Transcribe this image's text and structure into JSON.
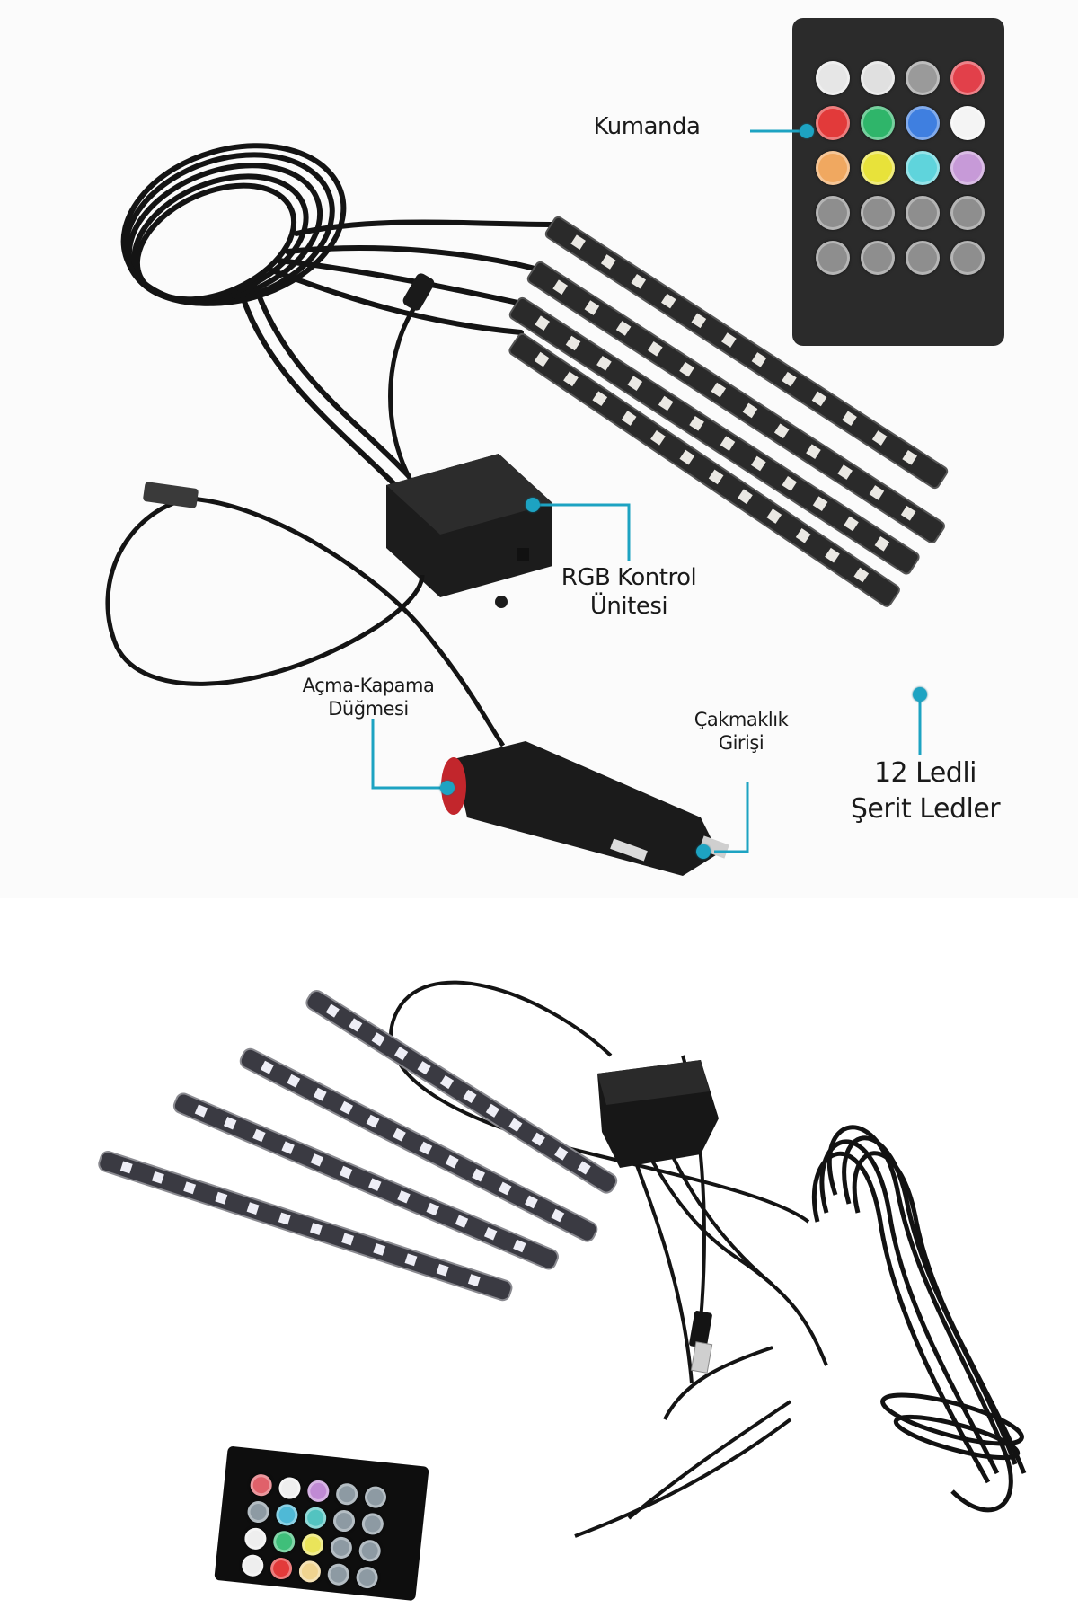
{
  "top_panel": {
    "description": "Annotated product photo of RGB car interior LED strip kit",
    "accent_color": "#1da3c2",
    "labels": {
      "remote": "Kumanda",
      "control_unit_line1": "RGB Kontrol",
      "control_unit_line2": "Ünitesi",
      "switch_line1": "Açma-Kapama",
      "switch_line2": "Düğmesi",
      "lighter_line1": "Çakmaklık",
      "lighter_line2": "Girişi",
      "strips_line1": "12 Ledli",
      "strips_line2": "Şerit Ledler"
    },
    "remote": {
      "rows": [
        [
          {
            "color": "#e6e6e6"
          },
          {
            "color": "#e0e0e0"
          },
          {
            "color": "#9a9a9a"
          },
          {
            "color": "#e2404a"
          }
        ],
        [
          {
            "color": "#e23a3a"
          },
          {
            "color": "#2fb56a"
          },
          {
            "color": "#3f7fe0"
          },
          {
            "color": "#f4f4f4"
          }
        ],
        [
          {
            "color": "#f0a860"
          },
          {
            "color": "#e8e23a"
          },
          {
            "color": "#5fd4dc"
          },
          {
            "color": "#c79ad8"
          }
        ],
        [
          {
            "color": "#8e8e8e"
          },
          {
            "color": "#8e8e8e"
          },
          {
            "color": "#8e8e8e"
          },
          {
            "color": "#8e8e8e"
          }
        ],
        [
          {
            "color": "#8e8e8e"
          },
          {
            "color": "#8e8e8e"
          },
          {
            "color": "#8e8e8e"
          },
          {
            "color": "#8e8e8e"
          }
        ]
      ]
    },
    "strip_count": 4,
    "leds_per_strip": 12
  },
  "bottom_panel": {
    "description": "Product photo of USB-powered LED strip kit with controller and mini remote",
    "strip_count": 4,
    "remote": {
      "rows": [
        [
          {
            "color": "#e0616a"
          },
          {
            "color": "#eeeeee"
          },
          {
            "color": "#c08ad4"
          },
          {
            "color": "#8d9aa3"
          },
          {
            "color": "#8d9aa3"
          }
        ],
        [
          {
            "color": "#8d9aa3"
          },
          {
            "color": "#4fb9d6"
          },
          {
            "color": "#53c3c0"
          },
          {
            "color": "#8d9aa3"
          },
          {
            "color": "#8d9aa3"
          }
        ],
        [
          {
            "color": "#eeeeee"
          },
          {
            "color": "#3fbf7a"
          },
          {
            "color": "#eae45a"
          },
          {
            "color": "#8d9aa3"
          },
          {
            "color": "#8d9aa3"
          }
        ],
        [
          {
            "color": "#eeeeee"
          },
          {
            "color": "#e23a3a"
          },
          {
            "color": "#f0d490"
          },
          {
            "color": "#8d9aa3"
          },
          {
            "color": "#8d9aa3"
          }
        ]
      ]
    }
  }
}
